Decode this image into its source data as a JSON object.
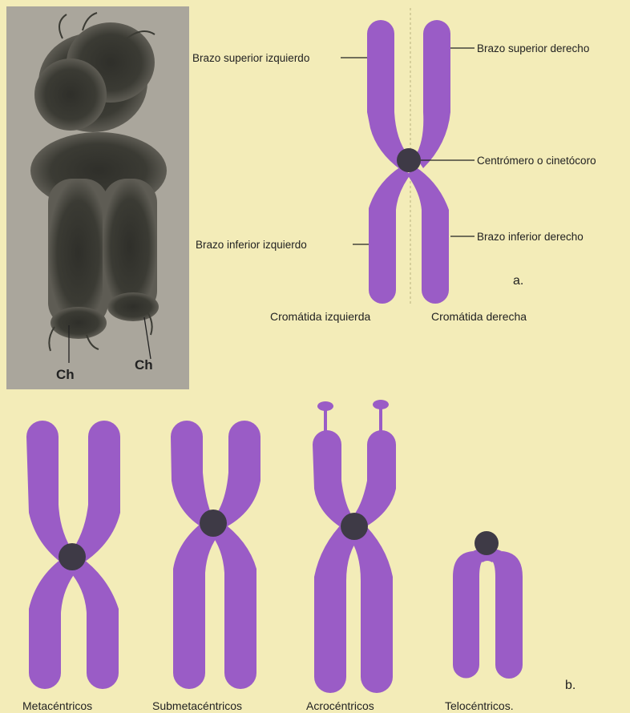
{
  "photo": {
    "labels": [
      "Ch",
      "Ch"
    ]
  },
  "diagram_a": {
    "arm_labels": {
      "upper_left": "Brazo superior izquierdo",
      "upper_right": "Brazo superior derecho",
      "centromere": "Centrómero o cinetócoro",
      "lower_left": "Brazo inferior izquierdo",
      "lower_right": "Brazo inferior derecho"
    },
    "chromatid_left": "Cromátida izquierda",
    "chromatid_right": "Cromátida derecha",
    "panel_letter": "a."
  },
  "diagram_b": {
    "types": [
      "Metacéntricos",
      "Submetacéntricos",
      "Acrocéntricos",
      "Telocéntricos."
    ],
    "panel_letter": "b."
  },
  "colors": {
    "chromatid": "#9a5cc6",
    "centromere": "#3e3a46",
    "background": "#f3ecb8"
  }
}
